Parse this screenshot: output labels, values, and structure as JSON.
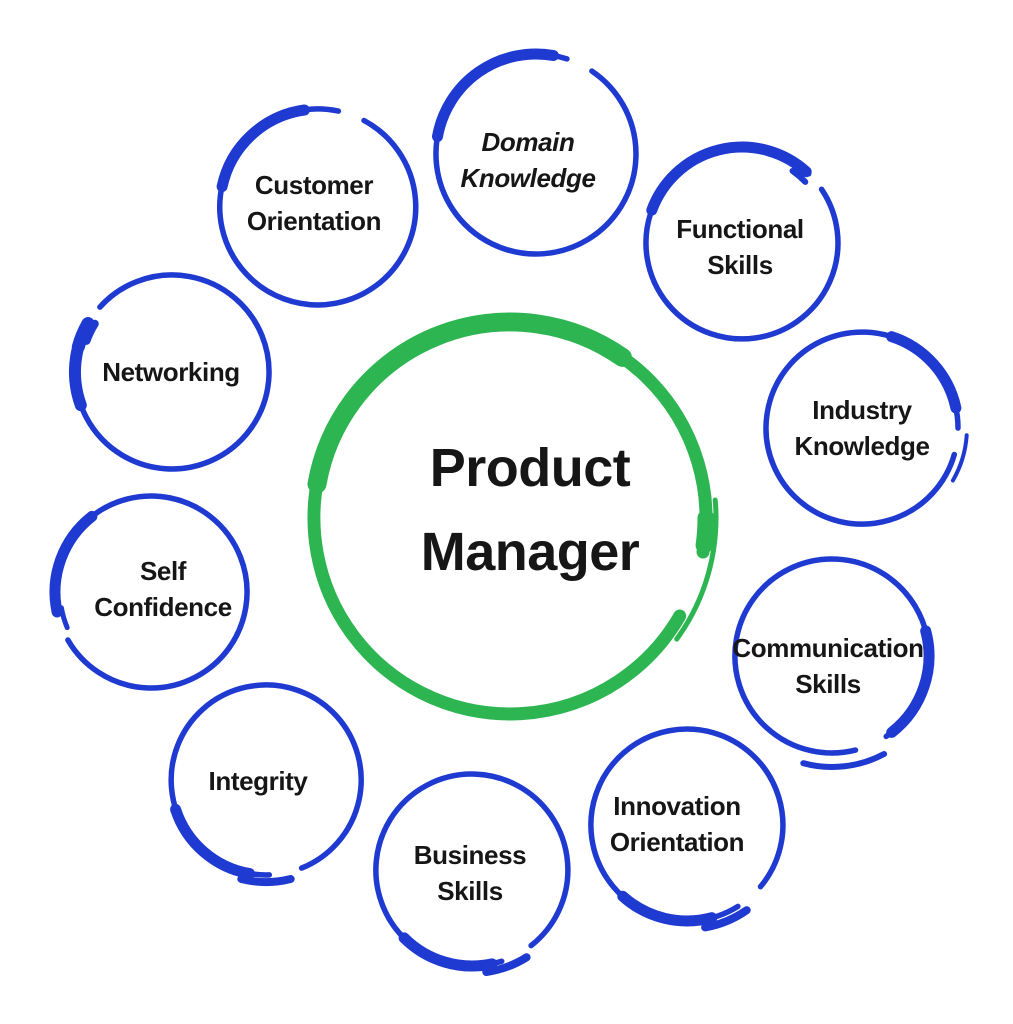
{
  "diagram": {
    "title": "Product Manager",
    "center": {
      "lines": [
        "Product",
        "Manager"
      ]
    },
    "nodes": [
      {
        "id": "domain-knowledge",
        "lines": [
          "Domain",
          "Knowledge"
        ],
        "italic": true
      },
      {
        "id": "customer-orientation",
        "lines": [
          "Customer",
          "Orientation"
        ],
        "italic": false
      },
      {
        "id": "functional-skills",
        "lines": [
          "Functional",
          "Skills"
        ],
        "italic": false
      },
      {
        "id": "industry-knowledge",
        "lines": [
          "Industry",
          "Knowledge"
        ],
        "italic": false
      },
      {
        "id": "communication-skills",
        "lines": [
          "Communication",
          "Skills"
        ],
        "italic": false
      },
      {
        "id": "innovation-orientation",
        "lines": [
          "Innovation",
          "Orientation"
        ],
        "italic": false
      },
      {
        "id": "business-skills",
        "lines": [
          "Business",
          "Skills"
        ],
        "italic": false
      },
      {
        "id": "integrity",
        "lines": [
          "Integrity"
        ],
        "italic": false
      },
      {
        "id": "self-confidence",
        "lines": [
          "Self",
          "Confidence"
        ],
        "italic": false
      },
      {
        "id": "networking",
        "lines": [
          "Networking"
        ],
        "italic": false
      }
    ],
    "colors": {
      "node_stroke": "#1e3ad0",
      "center_stroke": "#2db551",
      "text": "#161616",
      "background": "#ffffff"
    }
  }
}
